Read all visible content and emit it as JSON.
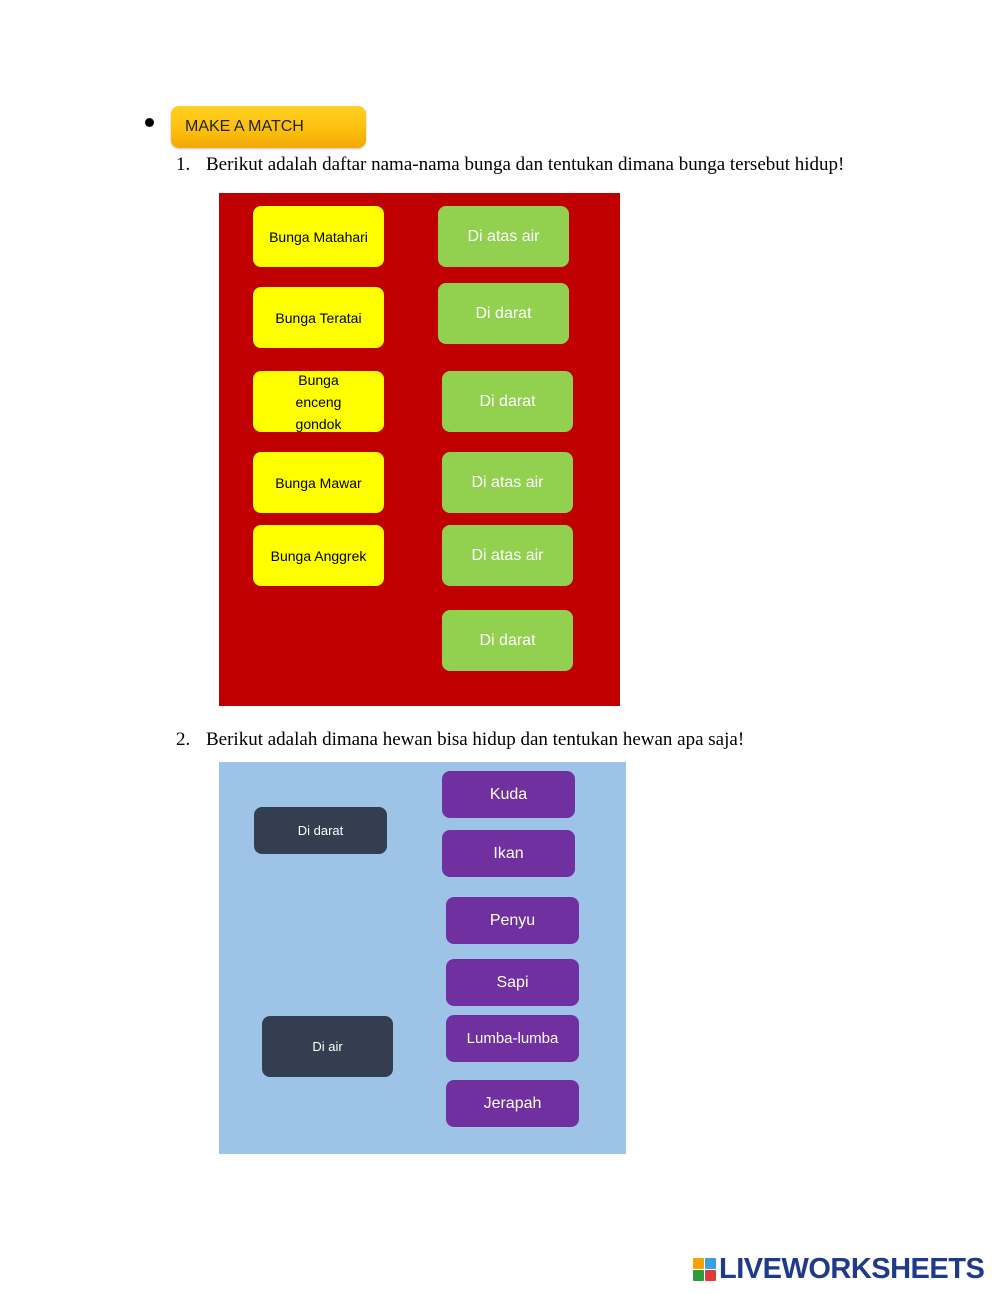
{
  "header": {
    "badge": "MAKE A MATCH"
  },
  "questions": [
    {
      "number": "1.",
      "text": "Berikut adalah daftar nama-nama bunga dan tentukan dimana bunga tersebut hidup!"
    },
    {
      "number": "2.",
      "text": "Berikut adalah dimana hewan bisa hidup dan tentukan hewan apa saja!"
    }
  ],
  "flowers": [
    "Bunga Matahari",
    "Bunga Teratai",
    "Bunga enceng gondok",
    "Bunga Mawar",
    "Bunga Anggrek"
  ],
  "habitats_flowers": [
    "Di atas air",
    "Di darat",
    "Di darat",
    "Di atas air",
    "Di atas air",
    "Di darat"
  ],
  "animal_habitats": [
    "Di darat",
    "Di air"
  ],
  "animals": [
    "Kuda",
    "Ikan",
    "Penyu",
    "Sapi",
    "Lumba-lumba",
    "Jerapah"
  ],
  "logo": {
    "text": "LIVEWORKSHEETS",
    "mark_colors": [
      "#f4a300",
      "#3aa0e0",
      "#2e9b3a",
      "#e03a3a"
    ]
  },
  "colors": {
    "panel_red": "#c00000",
    "panel_blue": "#9dc3e6",
    "card_yellow": "#ffff00",
    "card_green": "#92d050",
    "card_purple": "#7030a0",
    "card_dark": "#333f50"
  }
}
